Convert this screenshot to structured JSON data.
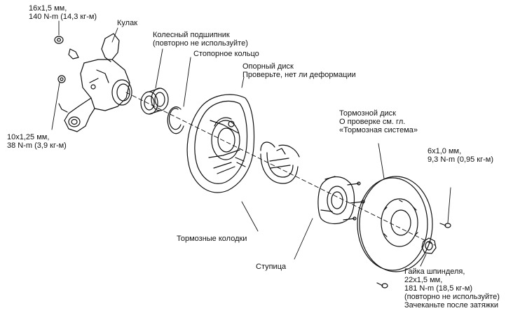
{
  "labels": {
    "nut_top": [
      "16x1,5 мм,",
      "140 N-m (14,3 кг-м)"
    ],
    "knuckle": [
      "Кулак"
    ],
    "bearing": [
      "Колесный подшипник",
      "(повторно не используйте)"
    ],
    "snap_ring": [
      "Стопорное кольцо"
    ],
    "backing_plate": [
      "Опорный диск",
      "Проверьте, нет ли деформации"
    ],
    "bolt_left": [
      "10x1,25 мм,",
      "38 N-m (3,9 кг-м)"
    ],
    "brake_disc": [
      "Тормозной диск",
      "О проверке см. гл.",
      "«Тормозная система»"
    ],
    "screw_right": [
      "6x1,0 мм,",
      "9,3 N-m (0,95 кг-м)"
    ],
    "brake_shoes": [
      "Тормозные колодки"
    ],
    "hub": [
      "Ступица"
    ],
    "spindle_nut": [
      "Гайка шпинделя,",
      "22x1,5 мм,",
      "181 N-m (18,5 кг-м)",
      "(повторно не используйте)",
      "Зачеканьте после затяжки"
    ]
  }
}
